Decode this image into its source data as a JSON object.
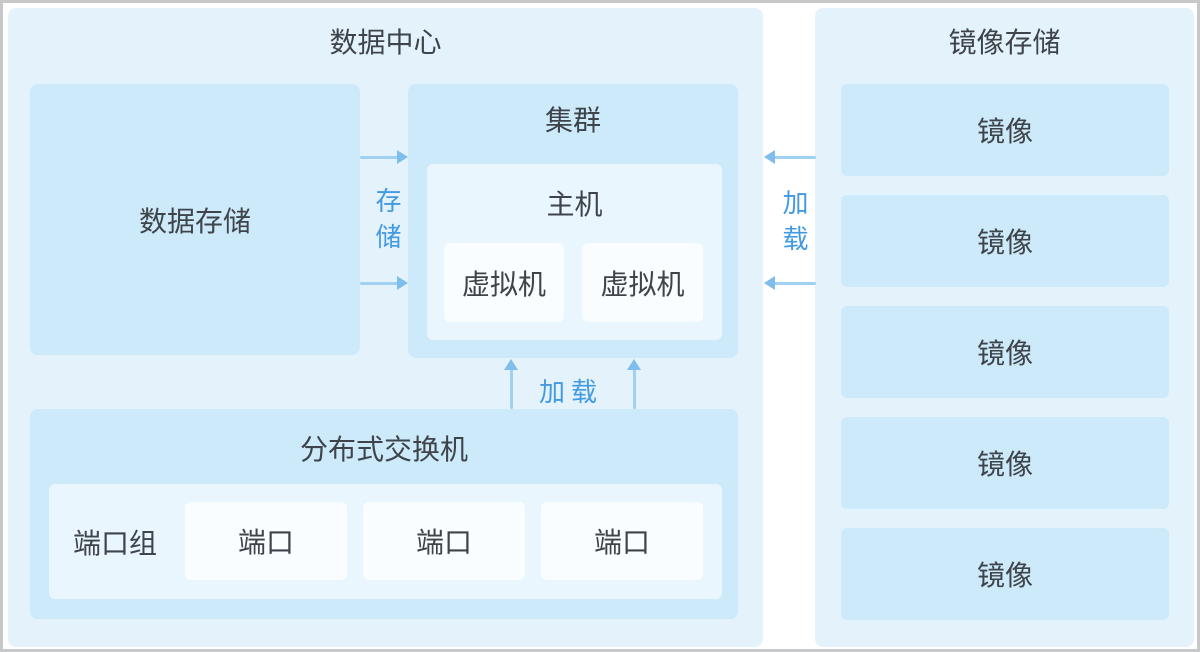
{
  "diagram": {
    "data_center": {
      "title": "数据中心",
      "data_storage": {
        "label": "数据存储"
      },
      "cluster": {
        "title": "集群",
        "host": {
          "title": "主机",
          "vms": [
            {
              "label": "虚拟机"
            },
            {
              "label": "虚拟机"
            }
          ]
        }
      },
      "switch": {
        "title": "分布式交换机",
        "port_group_label": "端口组",
        "ports": [
          {
            "label": "端口"
          },
          {
            "label": "端口"
          },
          {
            "label": "端口"
          }
        ]
      }
    },
    "image_storage": {
      "title": "镜像存储",
      "images": [
        {
          "label": "镜像"
        },
        {
          "label": "镜像"
        },
        {
          "label": "镜像"
        },
        {
          "label": "镜像"
        },
        {
          "label": "镜像"
        }
      ]
    },
    "edges": {
      "storage_label": "存储",
      "load_label_right": "加载",
      "load_label_bottom": "加载"
    }
  },
  "colors": {
    "panel_bg": "#e4f2fb",
    "box_bg": "#cdeafa",
    "inner_box_bg": "#e9f6fd",
    "leaf_box_bg": "#fafdff",
    "arrow_line": "#a0d1f2",
    "arrow_head": "#7fbeec",
    "edge_label_blue": "#429ae3",
    "text_dark": "#3f444a",
    "outer_border": "#c6c8ca"
  }
}
